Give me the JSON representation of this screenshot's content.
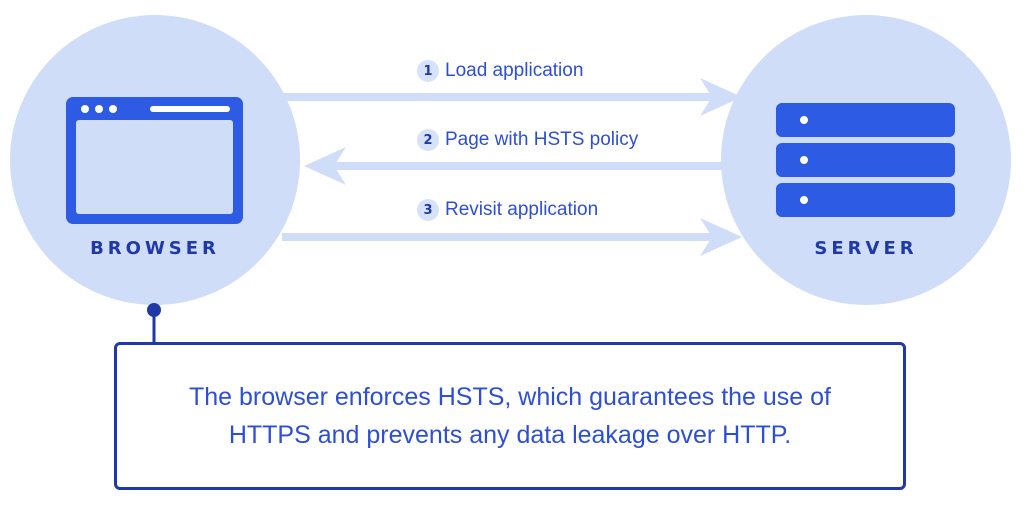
{
  "nodes": {
    "browser": {
      "label": "BROWSER"
    },
    "server": {
      "label": "SERVER"
    }
  },
  "steps": [
    {
      "number": "1",
      "label": "Load application",
      "direction": "to-server"
    },
    {
      "number": "2",
      "label": "Page with HSTS policy",
      "direction": "to-browser"
    },
    {
      "number": "3",
      "label": "Revisit application",
      "direction": "to-server"
    }
  ],
  "note": {
    "text": "The browser enforces HSTS, which guarantees the use of HTTPS and prevents any data leakage over HTTP."
  },
  "colors": {
    "circle": "#cfddf9",
    "accent": "#2d5be3",
    "dark": "#1f3aa8",
    "arrow": "#cfddf9"
  },
  "icons": {
    "browser": "browser-window-icon",
    "server": "server-stack-icon"
  }
}
